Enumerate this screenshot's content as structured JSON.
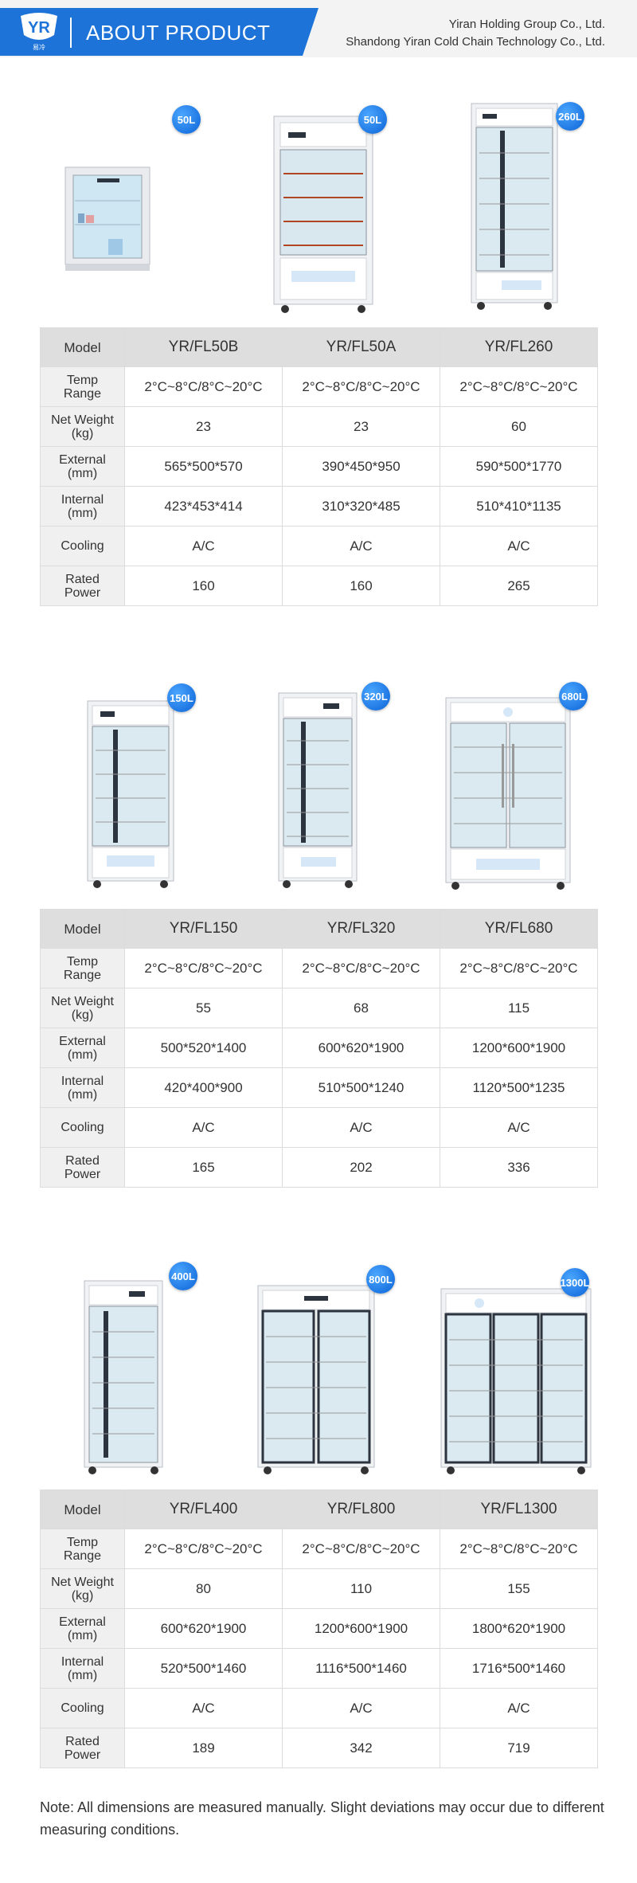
{
  "header": {
    "title": "ABOUT PRODUCT",
    "logo_text": "YR",
    "logo_sub": "易冷",
    "company_line1": "Yiran Holding Group Co., Ltd.",
    "company_line2": "Shandong Yiran Cold Chain Technology Co., Ltd."
  },
  "colors": {
    "brand_blue": "#1e73d8",
    "badge_blue": "#0b63d6",
    "table_header": "#dedede",
    "table_label": "#f0f0f0"
  },
  "row_labels": {
    "model": "Model",
    "temp_range": [
      "Temp",
      "Range"
    ],
    "net_weight": [
      "Net Weight",
      "(kg)"
    ],
    "external": [
      "External",
      "(mm)"
    ],
    "internal": [
      "Internal",
      "(mm)"
    ],
    "cooling": "Cooling",
    "rated_power": [
      "Rated",
      "Power"
    ]
  },
  "groups": [
    {
      "products": [
        {
          "capacity": "50L",
          "model": "YR/FL50B",
          "temp": "2°C~8°C/8°C~20°C",
          "weight": "23",
          "external": "565*500*570",
          "internal": "423*453*414",
          "cooling": "A/C",
          "power": "160"
        },
        {
          "capacity": "50L",
          "model": "YR/FL50A",
          "temp": "2°C~8°C/8°C~20°C",
          "weight": "23",
          "external": "390*450*950",
          "internal": "310*320*485",
          "cooling": "A/C",
          "power": "160"
        },
        {
          "capacity": "260L",
          "model": "YR/FL260",
          "temp": "2°C~8°C/8°C~20°C",
          "weight": "60",
          "external": "590*500*1770",
          "internal": "510*410*1135",
          "cooling": "A/C",
          "power": "265"
        }
      ]
    },
    {
      "products": [
        {
          "capacity": "150L",
          "model": "YR/FL150",
          "temp": "2°C~8°C/8°C~20°C",
          "weight": "55",
          "external": "500*520*1400",
          "internal": "420*400*900",
          "cooling": "A/C",
          "power": "165"
        },
        {
          "capacity": "320L",
          "model": "YR/FL320",
          "temp": "2°C~8°C/8°C~20°C",
          "weight": "68",
          "external": "600*620*1900",
          "internal": "510*500*1240",
          "cooling": "A/C",
          "power": "202"
        },
        {
          "capacity": "680L",
          "model": "YR/FL680",
          "temp": "2°C~8°C/8°C~20°C",
          "weight": "115",
          "external": "1200*600*1900",
          "internal": "1120*500*1235",
          "cooling": "A/C",
          "power": "336"
        }
      ]
    },
    {
      "products": [
        {
          "capacity": "400L",
          "model": "YR/FL400",
          "temp": "2°C~8°C/8°C~20°C",
          "weight": "80",
          "external": "600*620*1900",
          "internal": "520*500*1460",
          "cooling": "A/C",
          "power": "189"
        },
        {
          "capacity": "800L",
          "model": "YR/FL800",
          "temp": "2°C~8°C/8°C~20°C",
          "weight": "110",
          "external": "1200*600*1900",
          "internal": "1116*500*1460",
          "cooling": "A/C",
          "power": "342"
        },
        {
          "capacity": "1300L",
          "model": "YR/FL1300",
          "temp": "2°C~8°C/8°C~20°C",
          "weight": "155",
          "external": "1800*620*1900",
          "internal": "1716*500*1460",
          "cooling": "A/C",
          "power": "719"
        }
      ]
    }
  ],
  "note": "Note: All dimensions are measured manually. Slight deviations may occur due to different measuring conditions."
}
